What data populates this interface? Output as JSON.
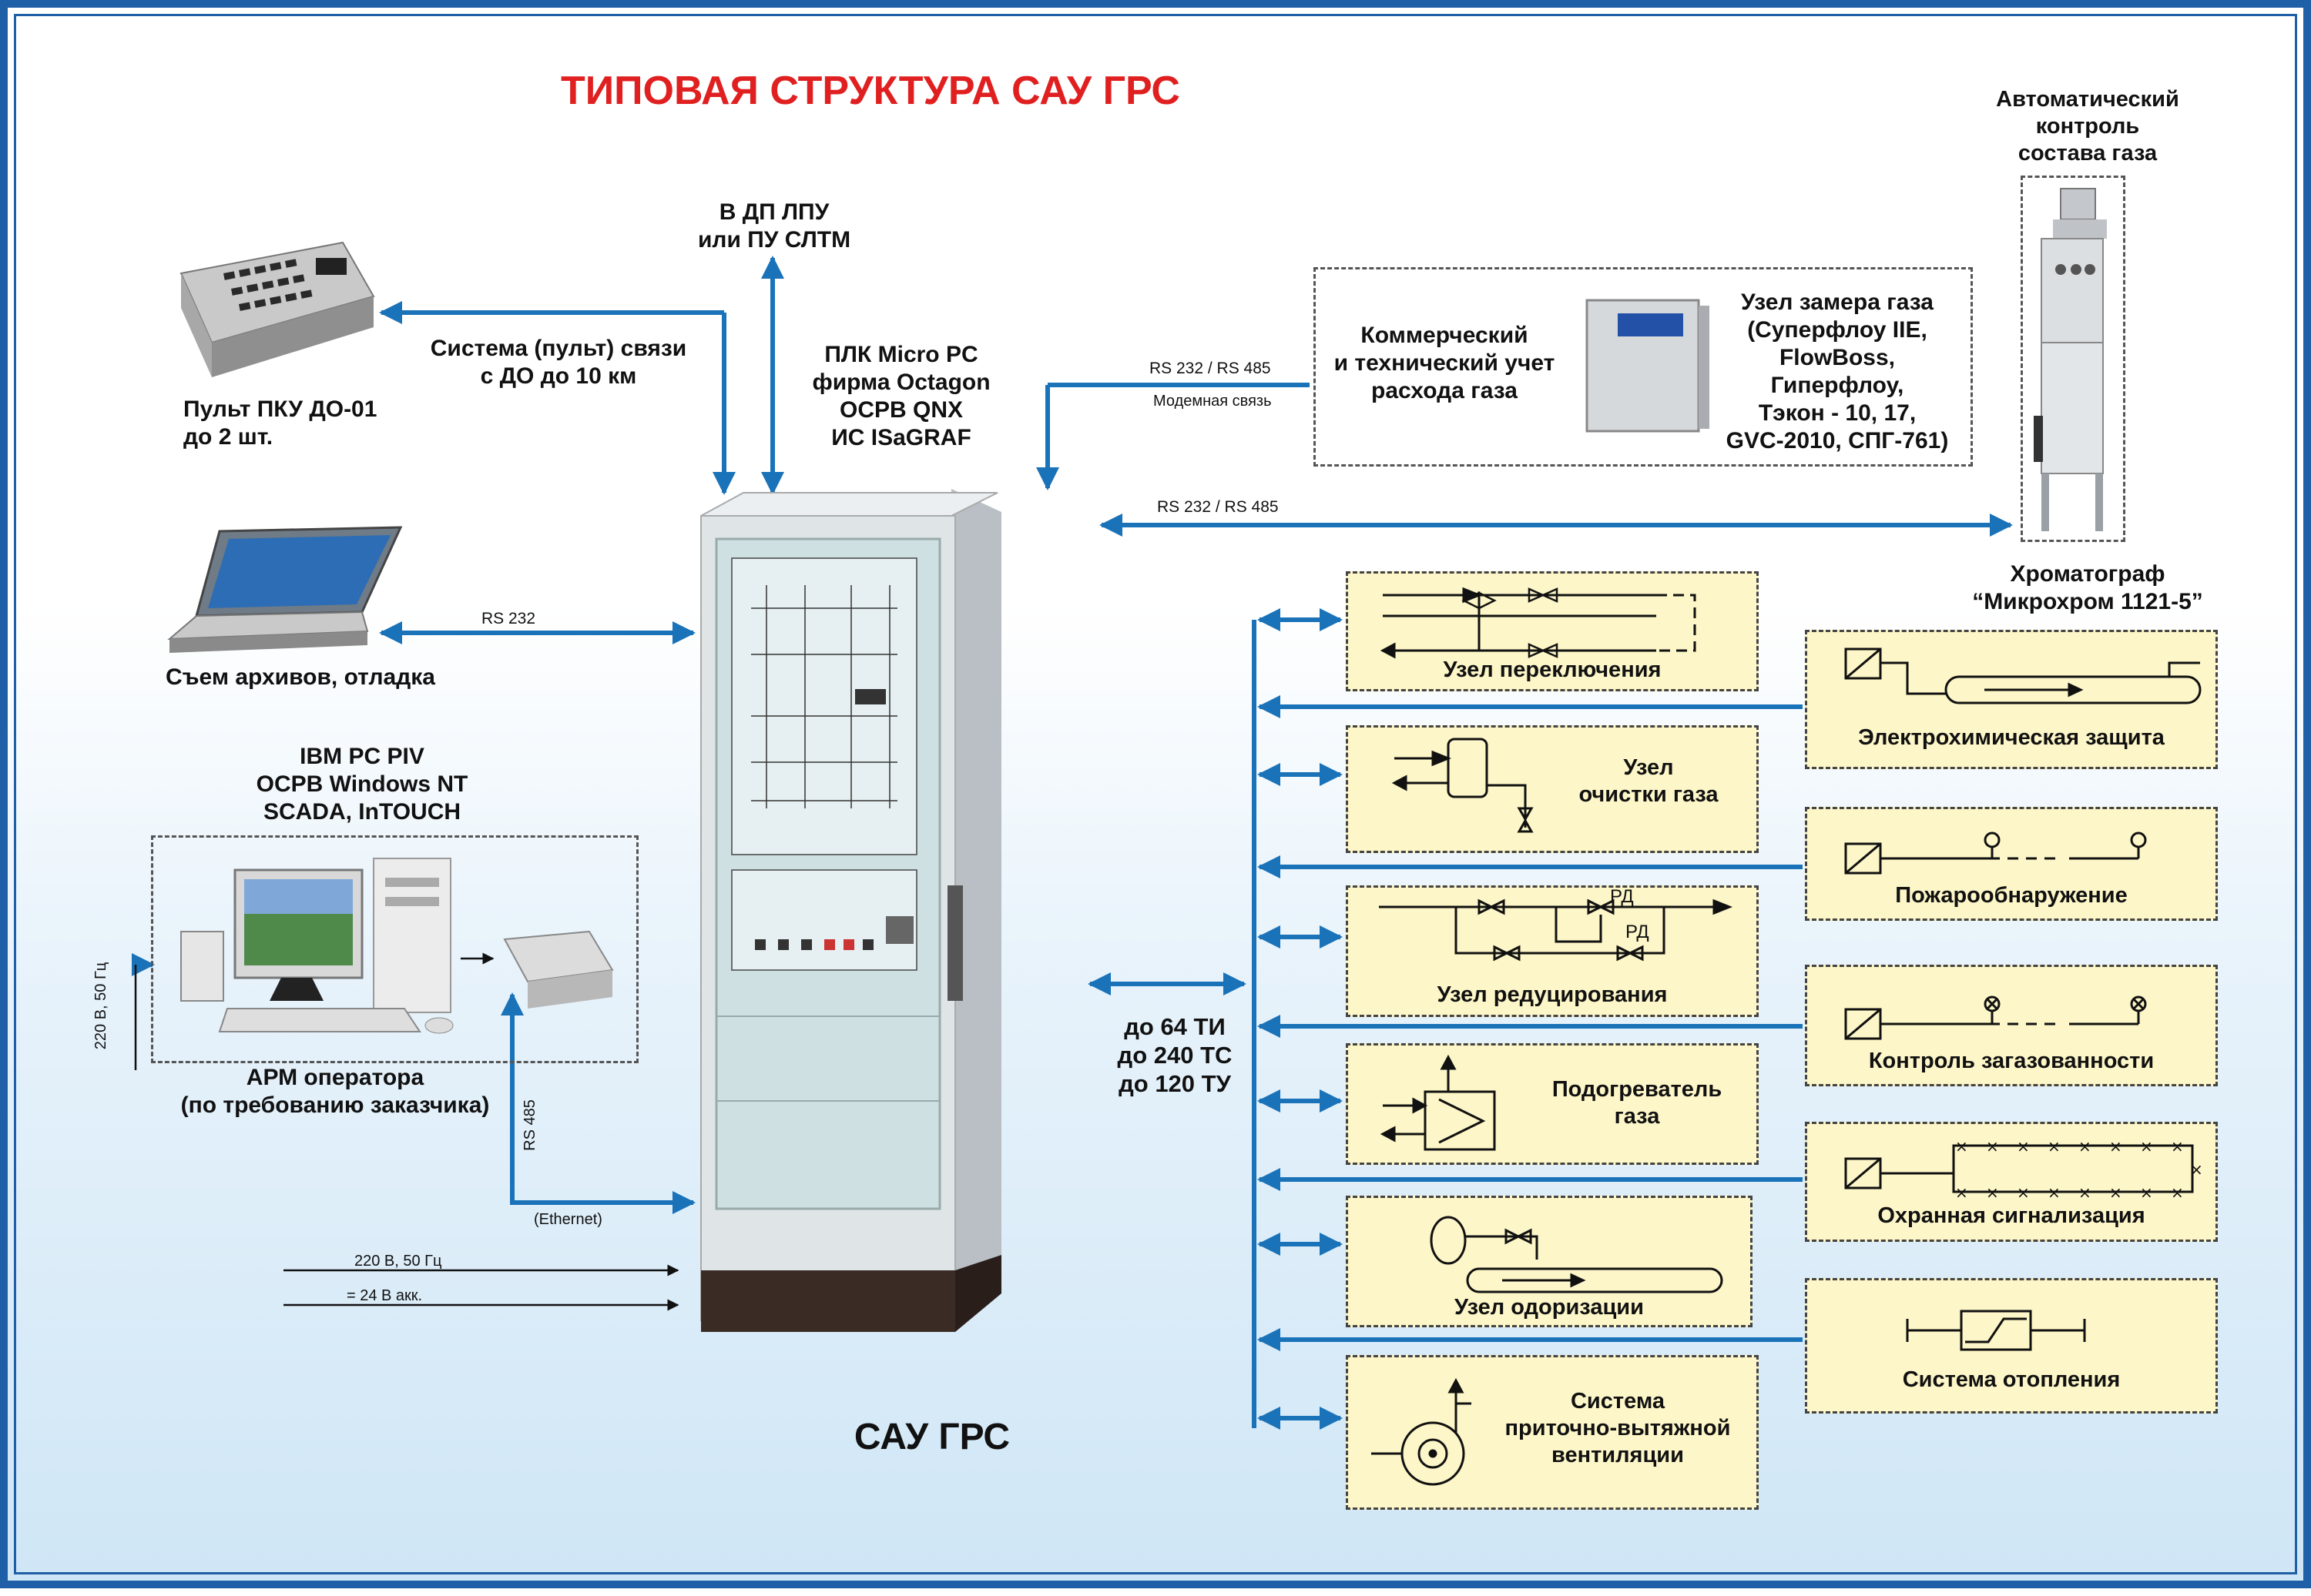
{
  "title": "ТИПОВАЯ СТРУКТУРА САУ ГРС",
  "cabinet_label": "САУ ГРС",
  "plc": "ПЛК Micro PC\nфирма Octagon\nОСРВ QNX\nИС ISaGRAF",
  "dispatch": "В ДП ЛПУ\nили ПУ СЛТМ",
  "pult_link": "Система (пульт) связи\nс ДО до 10 км",
  "pult": "Пульт ПКУ ДО-01\nдо 2 шт.",
  "laptop": "Съем архивов, отладка",
  "rs232": "RS 232",
  "rs232_485": "RS 232 / RS 485",
  "modem": "Модемная связь",
  "ibm": "IBM PC PIV\nОСРВ Windows NT\nSCADA, InTOUCH",
  "arm": "АРМ оператора\n(по требованию заказчика)",
  "power_vertical": "220 В, 50 Гц",
  "rs485": "RS 485",
  "ethernet": "(Ethernet)",
  "power220": "220 В, 50 Гц",
  "power24": "= 24 В акк.",
  "commercial": "Коммерческий\nи технический учет\nрасхода газа",
  "gas_meter": "Узел замера газа\n(Суперфлоу IIE,\nFlowBoss,\nГиперфлоу,\nТэкон - 10, 17,\nGVC-2010, СПГ-761)",
  "auto_control": "Автоматический\nконтроль\nсостава газа",
  "chromatograph": "Хроматограф\n“Микрохром 1121-5”",
  "io": "до 64 ТИ\nдо 240 ТС\nдо 120 ТУ",
  "rd": "РД",
  "left_units": [
    "Узел переключения",
    "Узел\nочистки газа",
    "Узел редуцирования",
    "Подогреватель\nгаза",
    "Узел одоризации",
    "Система\nприточно-вытяжной\nвентиляции"
  ],
  "right_units": [
    "Электрохимическая защита",
    "Пожарообнаружение",
    "Контроль загазованности",
    "Охранная сигнализация",
    "Система отопления"
  ],
  "colors": {
    "arrow": "#1a72b8",
    "title": "#e02020",
    "unit_bg": "#fdf6c8",
    "border": "#1f5fa8"
  }
}
